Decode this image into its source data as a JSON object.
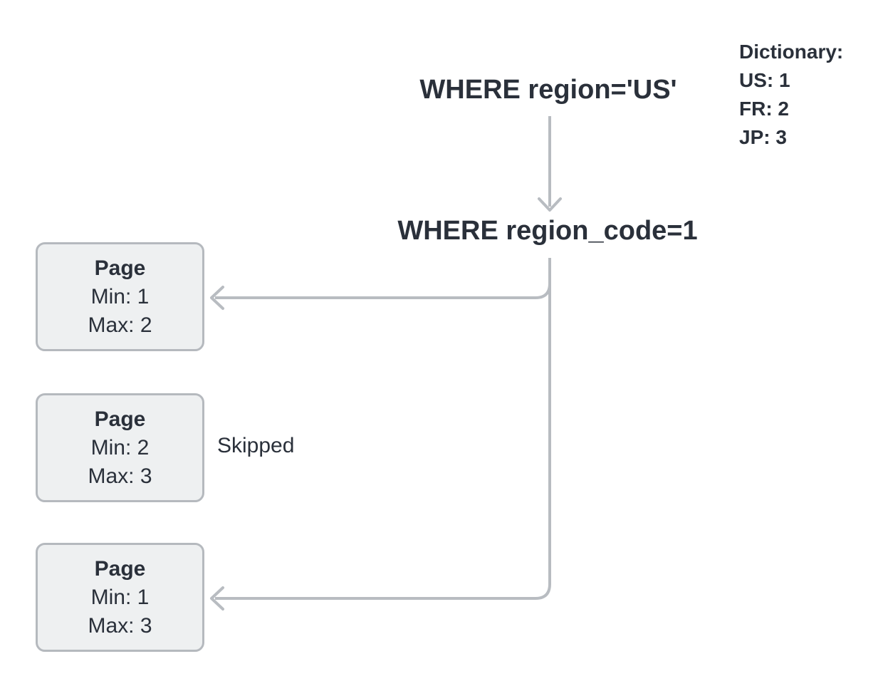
{
  "diagram": {
    "query_original": "WHERE region='US'",
    "query_rewritten": "WHERE region_code=1",
    "dictionary": {
      "title": "Dictionary:",
      "entries": [
        "US: 1",
        "FR: 2",
        "JP: 3"
      ]
    },
    "pages": [
      {
        "label": "Page",
        "min": "Min: 1",
        "max": "Max: 2",
        "note": ""
      },
      {
        "label": "Page",
        "min": "Min: 2",
        "max": "Max: 3",
        "note": "Skipped"
      },
      {
        "label": "Page",
        "min": "Min: 1",
        "max": "Max: 3",
        "note": ""
      }
    ],
    "colors": {
      "text": "#2a303a",
      "connector": "#b8bcc1",
      "box_fill": "#eef0f1",
      "box_border": "#b5b9be",
      "background": "#ffffff"
    }
  }
}
